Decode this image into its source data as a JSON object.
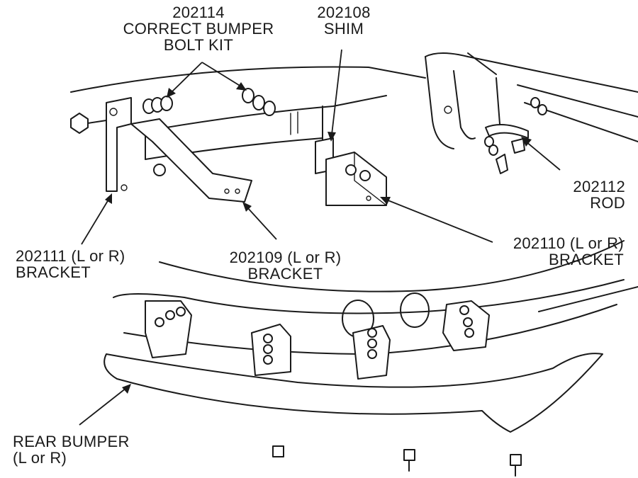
{
  "diagram": {
    "title": "Rear Bumper Mounting Parts",
    "callouts": [
      {
        "id": "bolt-kit",
        "part_number": "202114",
        "name": "CORRECT BUMPER",
        "name2": "BOLT KIT"
      },
      {
        "id": "shim",
        "part_number": "202108",
        "name": "SHIM"
      },
      {
        "id": "rod",
        "part_number": "202112",
        "name": "ROD"
      },
      {
        "id": "bracket-202111",
        "part_number": "202111 (L or R)",
        "name": "BRACKET"
      },
      {
        "id": "bracket-202109",
        "part_number": "202109 (L or R)",
        "name": "BRACKET"
      },
      {
        "id": "bracket-202110",
        "part_number": "202110 (L or R)",
        "name": "BRACKET"
      },
      {
        "id": "rear-bumper",
        "part_number": "REAR BUMPER",
        "name": "(L or R)"
      }
    ]
  }
}
